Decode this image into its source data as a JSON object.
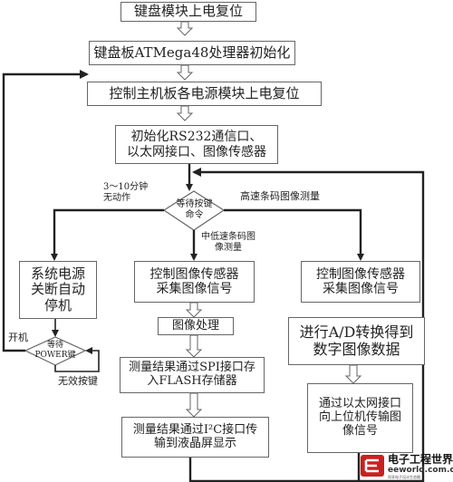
{
  "boxes": {
    "keyboard_reset": "键盘模块上电复位",
    "mcu_init": "键盘板ATMega48处理器初始化",
    "host_power_reset": "控制主机板各电源模块上电复位",
    "init_interfaces": "初始化RS232通信口、以太网接口、图像传感器",
    "wait_cmd": "等待按键命令",
    "power_off": "系统电源关断自动停机",
    "capture_mid": "控制图像传感器采集图像信号",
    "capture_high": "控制图像传感器采集图像信号",
    "image_processing": "图像处理",
    "ad_convert": "进行A/D转换得到数字图像数据",
    "save_flash": "测量结果通过SPI接口存入FLASH存储器",
    "send_host": "通过以太网接口向上位机传输图像信号",
    "display_lcd": "测量结果通过I²C接口传输到液晶屏显示",
    "wait_power": "等待POWER键"
  },
  "labels": {
    "timeout": "3～10分钟无动作",
    "high_speed": "高速条码图像测量",
    "mid_low_speed": "中低速条码图像测量",
    "power_on": "开机",
    "invalid_key": "无效按键"
  },
  "logo": {
    "name": "电子工程世界",
    "site": "eeworld.com.cn",
    "tagline": "同享电子设计生态圈"
  },
  "colors": {
    "line": "#222222",
    "box_border": "#666666",
    "text": "#222222",
    "logo_red": "#cc1f1f"
  }
}
